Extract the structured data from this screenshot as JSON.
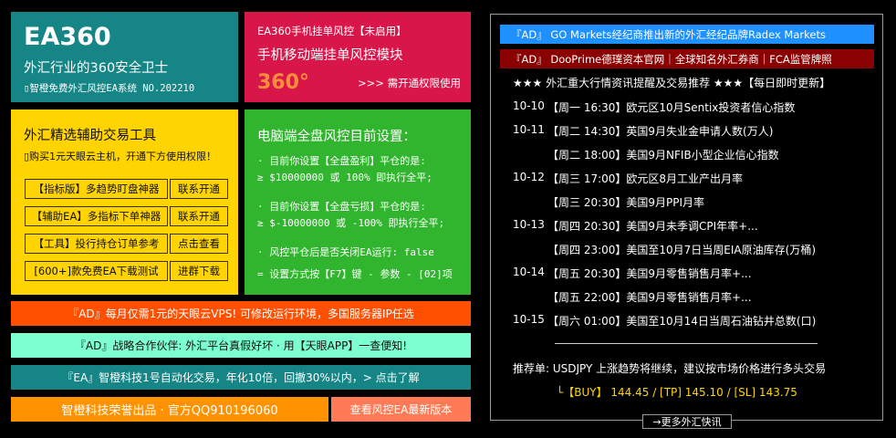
{
  "ea360": {
    "title": "EA360",
    "subtitle": "外汇行业的360安全卫士",
    "desc": "▯智橙免费外汇风控EA系统 NO.202210"
  },
  "mobile": {
    "header": "EA360手机挂单风控【未启用】",
    "title": "手机移动端挂单风控模块",
    "logo": "360°",
    "link": ">>> 需开通权限使用"
  },
  "tools": {
    "title": "外汇精选辅助交易工具",
    "desc": "▯购买1元天眼云主机，开通下方使用权限！",
    "rows": [
      {
        "label": "【指标版】多趋势盯盘神器",
        "action": "联系开通"
      },
      {
        "label": "【辅助EA】多指标下单神器",
        "action": "联系开通"
      },
      {
        "label": "【工具】投行持仓订单参考",
        "action": "点击查看"
      },
      {
        "label": "[600+]款免费EA下载测试",
        "action": "进群下载"
      }
    ]
  },
  "pc": {
    "title": "电脑端全盘风控目前设置：",
    "lines": [
      "· 目前你设置【全盘盈利】平仓的是:",
      "≥ $10000000 或 100% 即执行全平;",
      "· 目前你设置【全盘亏损】平仓的是:",
      "≥ $-10000000 或 -100% 即执行全平;",
      "· 风控平仓后是否关闭EA运行: false",
      "= 设置方式按【F7】键 - 参数 - [02]项"
    ]
  },
  "bars": {
    "vps": "『AD』每月仅需1元的天眼云VPS! 可修改运行环境，多国服务器IP任选",
    "partner": "『AD』战略合作伙伴: 外汇平台真假好坏 · 用【天眼APP】一查便知!",
    "ea": "『EA』智橙科技1号自动化交易，年化10倍，回撤30%以内，> 点击了解",
    "brand": "智橙科技荣誉出品 · 官方QQ910196060",
    "latest": "查看风控EA最新版本"
  },
  "news": {
    "ad1": "『AD』 GO Markets经纪商推出新的外汇经纪品牌Radex Markets",
    "ad2": "『AD』 DooPrime德璞资本官网｜全球知名外汇券商｜FCA监管牌照",
    "header": "★★★ 外汇重大行情资讯提醒及交易推荐 ★★★【每日即时更新】",
    "items": [
      {
        "date": "10-10",
        "text": "【周一 16:30】欧元区10月Sentix投资者信心指数"
      },
      {
        "date": "10-11",
        "text": "【周二 14:30】英国9月失业金申请人数(万人)"
      },
      {
        "date": "",
        "text": "【周二 18:00】美国9月NFIB小型企业信心指数"
      },
      {
        "date": "10-12",
        "text": "【周三 17:00】欧元区8月工业产出月率"
      },
      {
        "date": "",
        "text": "【周三 20:30】美国9月PPI月率"
      },
      {
        "date": "10-13",
        "text": "【周四 20:30】美国9月未季调CPI年率+..."
      },
      {
        "date": "",
        "text": "【周四 23:00】美国至10月7日当周EIA原油库存(万桶)"
      },
      {
        "date": "10-14",
        "text": "【周五 20:30】美国9月零售销售月率+..."
      },
      {
        "date": "",
        "text": "【周五 22:00】美国9月零售销售月率+..."
      },
      {
        "date": "10-15",
        "text": "【周六 01:00】美国至10月14日当周石油钻井总数(口)"
      }
    ],
    "recommend": "推荐单: USDJPY 上涨趋势将继续，建议按市场价格进行多头交易",
    "signal": "└【BUY】 144.45 / [TP] 145.10 / [SL] 143.75",
    "more": "→更多外汇快讯"
  }
}
